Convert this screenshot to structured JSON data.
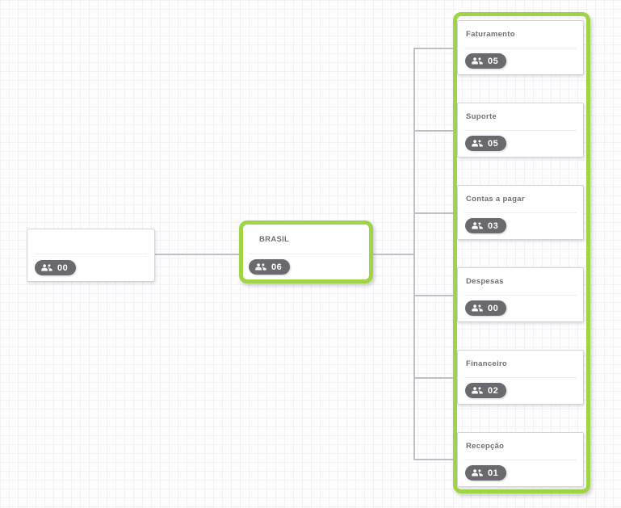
{
  "colors": {
    "highlight": "#a0d446",
    "badge_bg": "#69696e",
    "badge_text": "#ffffff",
    "title_text": "#6f6f75",
    "connector": "#bfbfc5",
    "card_border": "#d3d3d8",
    "grid_line": "#f1f1f6",
    "canvas_bg": "#fdfdfe"
  },
  "icons": {
    "badge_icon": "users-group-icon"
  },
  "nodes": {
    "root": {
      "title": "",
      "member_count": "00"
    },
    "country": {
      "title": "BRASIL",
      "member_count": "06",
      "highlighted": true
    },
    "departments": [
      {
        "title": "Faturamento",
        "member_count": "05"
      },
      {
        "title": "Suporte",
        "member_count": "05"
      },
      {
        "title": "Contas a pagar",
        "member_count": "03"
      },
      {
        "title": "Despesas",
        "member_count": "00"
      },
      {
        "title": "Financeiro",
        "member_count": "02"
      },
      {
        "title": "Recepção",
        "member_count": "01"
      }
    ]
  }
}
